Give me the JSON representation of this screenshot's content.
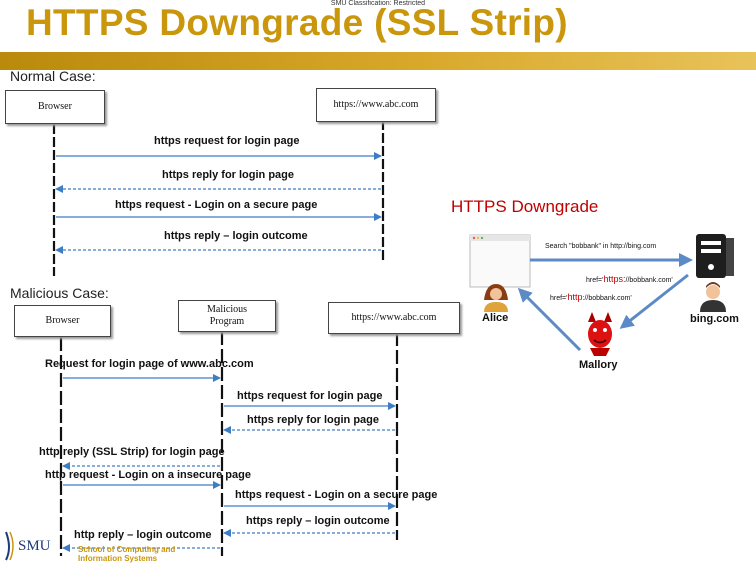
{
  "header": {
    "classification": "SMU Classification: Restricted",
    "title": "HTTPS Downgrade (SSL Strip)"
  },
  "normal_case": {
    "label": "Normal Case:",
    "browser": "Browser",
    "server": "https://www.abc.com",
    "messages": [
      "https request for login page",
      "https reply for login page",
      "https request - Login on a secure page",
      "https reply – login outcome"
    ]
  },
  "malicious_case": {
    "label": "Malicious Case:",
    "browser": "Browser",
    "program": "Malicious Program",
    "server": "https://www.abc.com",
    "messages": [
      "Request for login page of www.abc.com",
      "https request for login page",
      "https reply for login page",
      "http reply (SSL Strip) for login page",
      "http request - Login on a insecure page",
      "https request - Login on a secure page",
      "https reply – login outcome",
      "http reply – login outcome"
    ]
  },
  "downgrade": {
    "title": "HTTPS Downgrade",
    "search_text": "Search \"bobbank\" in http://bing.com",
    "href_https_prefix": "href='",
    "href_https_scheme": "https:",
    "href_https_rest": "//bobbank.com'",
    "href_http_prefix": "href='",
    "href_http_scheme": "http",
    "href_http_rest": "://bobbank.com'",
    "alice": "Alice",
    "bing": "bing.com",
    "mallory": "Mallory"
  },
  "footer": {
    "logo": "SMU",
    "school": "School of Computing and Information Systems"
  },
  "colors": {
    "title_gold": "#c9960c",
    "arrow_blue": "#3c7dc4",
    "red": "#c00000"
  }
}
